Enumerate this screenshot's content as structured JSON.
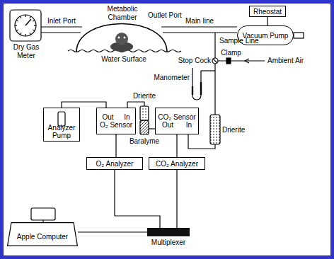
{
  "diagram": {
    "nodes": [
      {
        "text": [
          "Rheostat"
        ]
      },
      {
        "text": [
          "Vacuum Pump"
        ]
      },
      {
        "text": [
          "Analyzer Pump"
        ]
      },
      {
        "text": [
          "Out",
          "In",
          "O₂ Sensor"
        ]
      },
      {
        "text": [
          "CO₂ Sensor",
          "Out",
          "In"
        ]
      },
      {
        "text": [
          "O₂ Analyzer"
        ]
      },
      {
        "text": [
          "CO₂ Analyzer"
        ]
      },
      {
        "text": [
          "Apple Computer"
        ]
      },
      {
        "text": [
          "Multiplexer"
        ]
      }
    ],
    "edges": [
      {
        "from": 0,
        "to": 1,
        "arrow": "none"
      },
      {
        "from": 2,
        "to": 3,
        "arrow": "none"
      },
      {
        "from": 3,
        "to": 5,
        "arrow": "none"
      },
      {
        "from": 4,
        "to": 6,
        "arrow": "none"
      },
      {
        "from": 5,
        "to": 8,
        "arrow": "none"
      },
      {
        "from": 6,
        "to": 8,
        "arrow": "none"
      },
      {
        "from": 7,
        "to": 8,
        "arrow": "none"
      }
    ],
    "labels": [
      "Dry Gas Meter",
      "Inlet Port",
      "Metabolic Chamber",
      "Outlet Port",
      "Main line",
      "Water Surface",
      "Sample Line",
      "Stop Cock",
      "Clamp",
      "Ambient Air",
      "Manometer",
      "Drierite",
      "Baralyme",
      "Drierite"
    ]
  }
}
